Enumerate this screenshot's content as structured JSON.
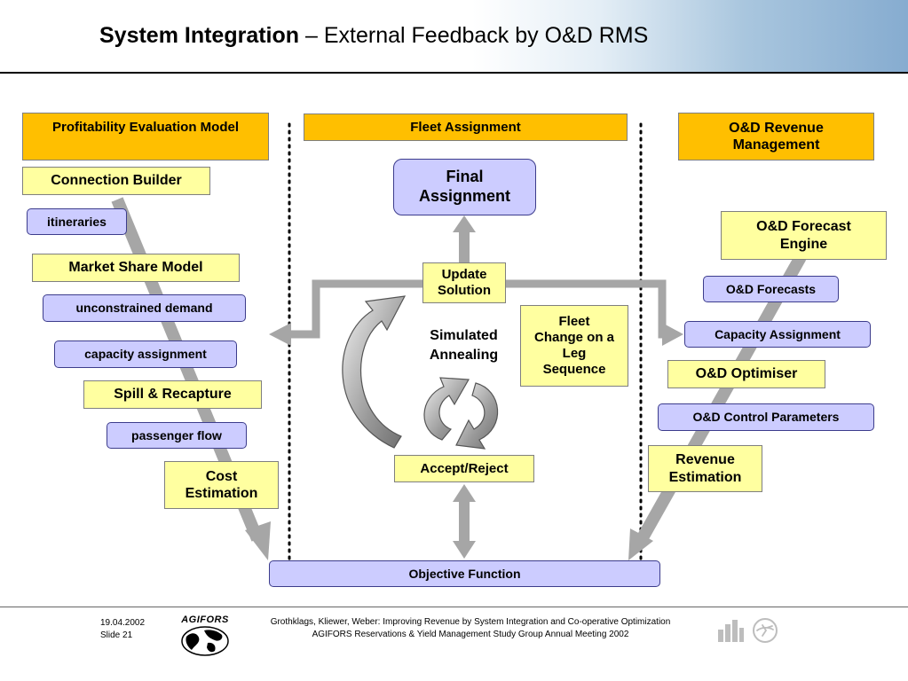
{
  "header": {
    "title_bold": "System Integration",
    "title_rest": " – External Feedback by O&D RMS"
  },
  "columns": {
    "left": "Profitability Evaluation Model",
    "center": "Fleet Assignment",
    "right": "O&D Revenue Management"
  },
  "left_chain": {
    "connection_builder": "Connection Builder",
    "itineraries": "itineraries",
    "market_share_model": "Market Share Model",
    "unconstrained_demand": "unconstrained demand",
    "capacity_assignment": "capacity assignment",
    "spill_recapture": "Spill & Recapture",
    "passenger_flow": "passenger flow",
    "cost_estimation": "Cost Estimation"
  },
  "center_flow": {
    "final_assignment": "Final Assignment",
    "update_solution": "Update Solution",
    "simulated_annealing": "Simulated Annealing",
    "fleet_change": "Fleet Change on a Leg Sequence",
    "accept_reject": "Accept/Reject",
    "objective_function": "Objective Function"
  },
  "right_chain": {
    "forecast_engine": "O&D Forecast Engine",
    "od_forecasts": "O&D Forecasts",
    "capacity_assignment": "Capacity Assignment",
    "od_optimiser": "O&D Optimiser",
    "control_parameters": "O&D Control Parameters",
    "revenue_estimation": "Revenue Estimation"
  },
  "footer": {
    "date": "19.04.2002",
    "slide": "Slide 21",
    "logo_text": "AGIFORS",
    "citation_line1": "Grothklags, Kliewer, Weber: Improving Revenue by System Integration and Co-operative Optimization",
    "citation_line2": "AGIFORS Reservations & Yield Management Study Group Annual Meeting 2002"
  },
  "colors": {
    "orange": "#ffbf00",
    "yellow": "#ffffa0",
    "lavender": "#ccccff",
    "arrow_gray": "#a6a6a6"
  }
}
